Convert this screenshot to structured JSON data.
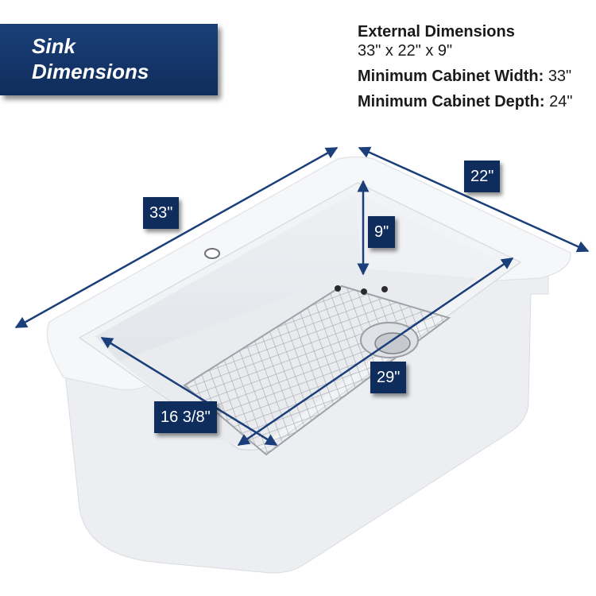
{
  "banner": {
    "line1": "Sink",
    "line2": "Dimensions"
  },
  "specs": {
    "external_label": "External Dimensions",
    "external_value": "33\" x 22\" x 9\"",
    "min_width_label": "Minimum Cabinet Width:",
    "min_width_value": "33\"",
    "min_depth_label": "Minimum Cabinet Depth:",
    "min_depth_value": "24\""
  },
  "callouts": {
    "length": "33\"",
    "width": "22\"",
    "depth": "9\"",
    "bowl_length": "29\"",
    "bowl_width": "16 3/8\""
  },
  "colors": {
    "navy": "#0f2d5c",
    "arrow": "#1b3f7a",
    "sink": "#f4f5f7",
    "grid": "#a8abb0"
  }
}
